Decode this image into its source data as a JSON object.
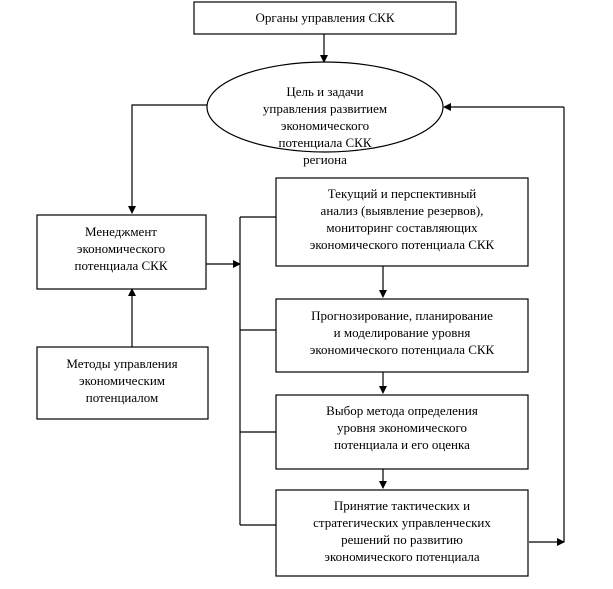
{
  "nodes": {
    "organs": [
      "Органы управления СКК"
    ],
    "goal": [
      "Цель и задачи",
      "управления развитием",
      "экономического",
      "потенциала СКК",
      "региона"
    ],
    "management": [
      "Менеджмент",
      "экономического",
      "потенциала СКК"
    ],
    "methods": [
      "Методы управления",
      "экономическим",
      "потенциалом"
    ],
    "analysis": [
      "Текущий и перспективный",
      "анализ (выявление резервов),",
      "мониторинг составляющих",
      "экономического потенциала СКК"
    ],
    "forecasting": [
      "Прогнозирование, планирование",
      "и моделирование уровня",
      "экономического потенциала СКК"
    ],
    "method_choice": [
      "Выбор метода определения",
      "уровня экономического",
      "потенциала и его оценка"
    ],
    "decisions": [
      "Принятие тактических и",
      "стратегических управленческих",
      "решений по развитию",
      "экономического потенциала"
    ]
  }
}
